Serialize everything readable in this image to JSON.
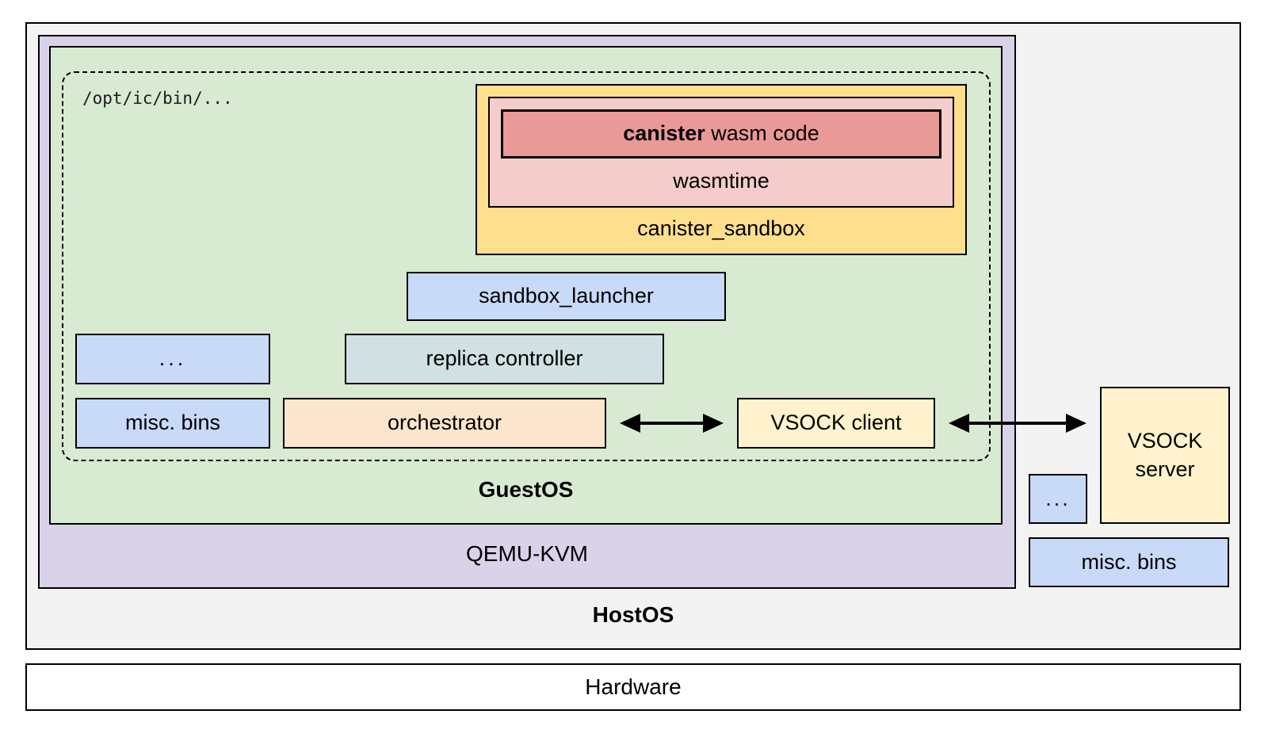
{
  "colors": {
    "border": "#000000",
    "host_bg": "#f3f3f3",
    "qemu_bg": "#d9d2e9",
    "guest_bg": "#d9ead3",
    "sandbox_bg": "#fedf8d",
    "wasmtime_bg": "#f4cccc",
    "canister_bg": "#ea9999",
    "blue_bg": "#c9daf8",
    "replica_bg": "#d0e0e3",
    "orchestrator_bg": "#fce5cd",
    "vsock_bg": "#fff2cc",
    "hardware_bg": "#ffffff"
  },
  "layers": {
    "hardware_label": "Hardware",
    "host_os_label": "HostOS",
    "qemu_kvm_label": "QEMU-KVM",
    "guest_os_label": "GuestOS"
  },
  "guest_bin_dir": {
    "path_label": "/opt/ic/bin/...",
    "canister_sandbox_label": "canister_sandbox",
    "wasmtime_label": "wasmtime",
    "canister_wasm_bold": "canister",
    "canister_wasm_rest": " wasm code",
    "sandbox_launcher_label": "sandbox_launcher",
    "more_bins_label": "...",
    "replica_controller_label": "replica controller",
    "misc_bins_label": "misc. bins",
    "orchestrator_label": "orchestrator",
    "vsock_client_label": "VSOCK client"
  },
  "host_processes": {
    "vsock_server_label": "VSOCK server",
    "more_bins_label": "...",
    "misc_bins_label": "misc. bins"
  }
}
